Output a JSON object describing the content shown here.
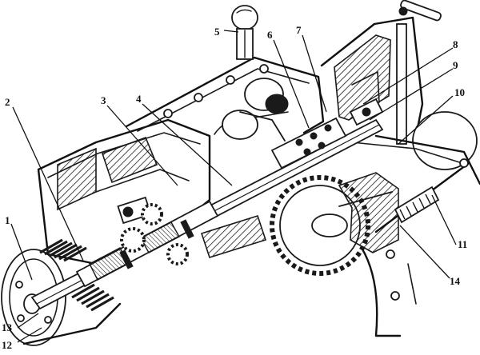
{
  "callouts": [
    {
      "id": "1",
      "label": "1"
    },
    {
      "id": "2",
      "label": "2"
    },
    {
      "id": "3",
      "label": "3"
    },
    {
      "id": "4",
      "label": "4"
    },
    {
      "id": "5",
      "label": "5"
    },
    {
      "id": "6",
      "label": "6"
    },
    {
      "id": "7",
      "label": "7"
    },
    {
      "id": "8",
      "label": "8"
    },
    {
      "id": "9",
      "label": "9"
    },
    {
      "id": "10",
      "label": "10"
    },
    {
      "id": "11",
      "label": "11"
    },
    {
      "id": "12",
      "label": "12"
    },
    {
      "id": "13",
      "label": "13"
    },
    {
      "id": "14",
      "label": "14"
    }
  ],
  "colors": {
    "ink": "#1a1a1a",
    "paper": "#ffffff"
  }
}
